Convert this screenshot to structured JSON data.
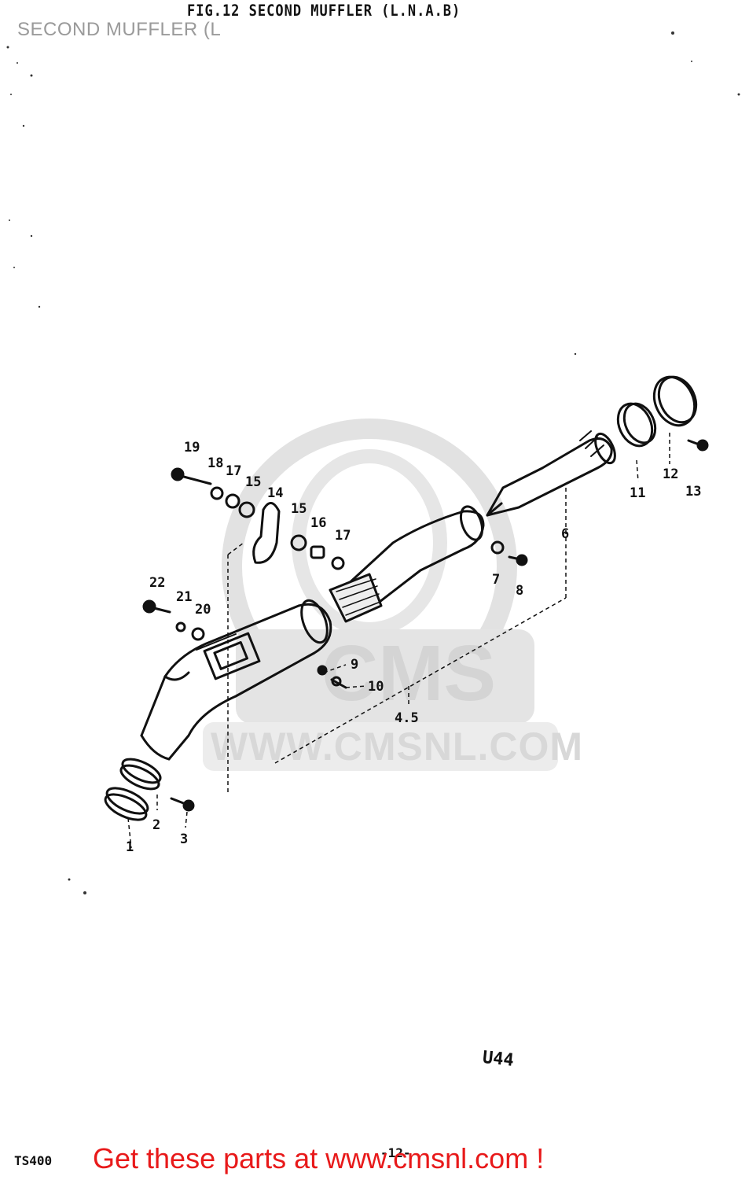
{
  "overlay_title": "SECOND MUFFLER (L",
  "figure_title": "FIG.12  SECOND MUFFLER (L.N.A.B)",
  "doc_code": "U44",
  "model": "TS400",
  "page_number": "-12-",
  "cta_text": "Get these parts at www.cmsnl.com !",
  "watermark": {
    "text": "WWW.CMSNL.COM",
    "brand": "CMS"
  },
  "callouts": {
    "c1": "1",
    "c2": "2",
    "c3": "3",
    "c45": "4.5",
    "c6": "6",
    "c7": "7",
    "c8": "8",
    "c9": "9",
    "c10": "10",
    "c11": "11",
    "c12": "12",
    "c13": "13",
    "c14": "14",
    "c15a": "15",
    "c15b": "15",
    "c16": "16",
    "c17a": "17",
    "c17b": "17",
    "c18": "18",
    "c19": "19",
    "c20": "20",
    "c21": "21",
    "c22": "22"
  },
  "colors": {
    "cta": "#e8191a",
    "ink": "#111111",
    "watermark": "#d8d8d8"
  }
}
